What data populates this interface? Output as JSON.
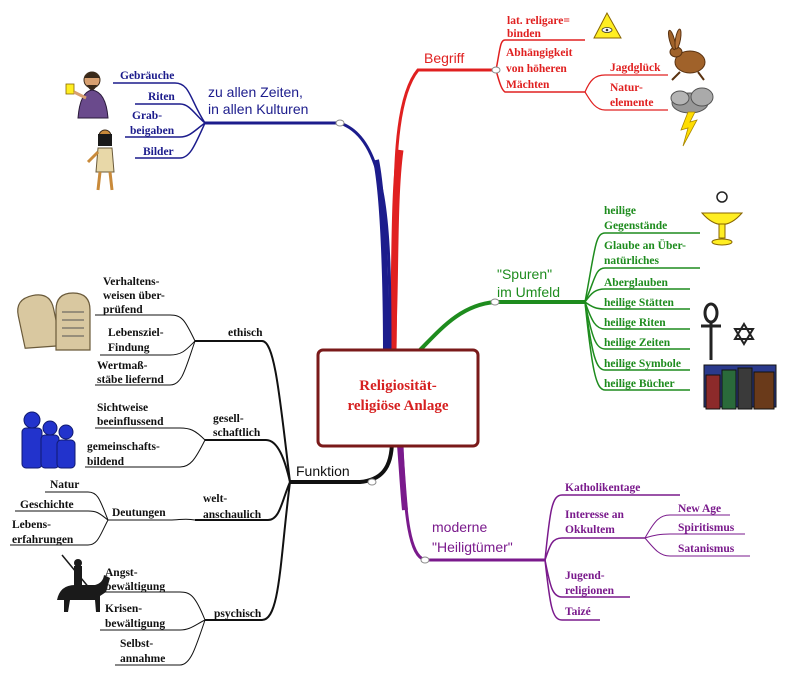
{
  "colors": {
    "red": "#e02020",
    "blue": "#1c1c8c",
    "green": "#1e8c1e",
    "purple": "#7a1a8c",
    "black": "#111111",
    "center_text": "#d62020",
    "center_border": "#7a1a1a"
  },
  "center": {
    "line1": "Religiosität-",
    "line2": "religiöse Anlage"
  },
  "begriff": {
    "title": "Begriff",
    "item1_l1": "lat. religare=",
    "item1_l2": "binden",
    "item2_l1": "Abhängigkeit",
    "item2_l2": "von höheren",
    "item2_l3": "Mächten",
    "sub1": "Jagdglück",
    "sub2_l1": "Natur-",
    "sub2_l2": "elemente"
  },
  "zeiten": {
    "title_l1": "zu allen Zeiten,",
    "title_l2": "in allen Kulturen",
    "items": [
      "Gebräuche",
      "Riten",
      "Grab-",
      "beigaben",
      "Bilder"
    ]
  },
  "spuren": {
    "title_l1": "\"Spuren\"",
    "title_l2": "im Umfeld",
    "item1_l1": "heilige",
    "item1_l2": "Gegenstände",
    "item2_l1": "Glaube an Über-",
    "item2_l2": "natürliches",
    "items": [
      "Aberglauben",
      "heilige Stätten",
      "heilige Riten",
      "heilige Zeiten",
      "heilige Symbole",
      "heilige Bücher"
    ]
  },
  "funktion": {
    "title": "Funktion",
    "ethisch": {
      "label": "ethisch",
      "a_l1": "Verhaltens-",
      "a_l2": "weisen über-",
      "a_l3": "prüfend",
      "b_l1": "Lebensziel-",
      "b_l2": "Findung",
      "c_l1": "Wertmaß-",
      "c_l2": "stäbe liefernd"
    },
    "gesell": {
      "label_l1": "gesell-",
      "label_l2": "schaftlich",
      "a_l1": "Sichtweise",
      "a_l2": "beeinflussend",
      "b_l1": "gemeinschafts-",
      "b_l2": "bildend"
    },
    "welt": {
      "label_l1": "welt-",
      "label_l2": "anschaulich",
      "deutungen": "Deutungen",
      "natur": "Natur",
      "geschichte": "Geschichte",
      "leb_l1": "Lebens-",
      "leb_l2": "erfahrungen"
    },
    "psych": {
      "label": "psychisch",
      "a_l1": "Angst-",
      "a_l2": "bewältigung",
      "b_l1": "Krisen-",
      "b_l2": "bewältigung",
      "c_l1": "Selbst-",
      "c_l2": "annahme"
    }
  },
  "moderne": {
    "title_l1": "moderne",
    "title_l2": "\"Heiligtümer\"",
    "katholikentage": "Katholikentage",
    "interesse_l1": "Interesse an",
    "interesse_l2": "Okkultem",
    "sub": [
      "New Age",
      "Spiritismus",
      "Satanismus"
    ],
    "jugend_l1": "Jugend-",
    "jugend_l2": "religionen",
    "taize": "Taizé"
  },
  "icons": [
    "triangle-eye-icon",
    "hare-icon",
    "storm-cloud-icon",
    "chalice-icon",
    "ankh-icon",
    "star-of-david-icon",
    "books-icon",
    "tablets-icon",
    "people-group-icon",
    "horseman-icon",
    "prophet-icon",
    "egyptian-figure-icon"
  ]
}
